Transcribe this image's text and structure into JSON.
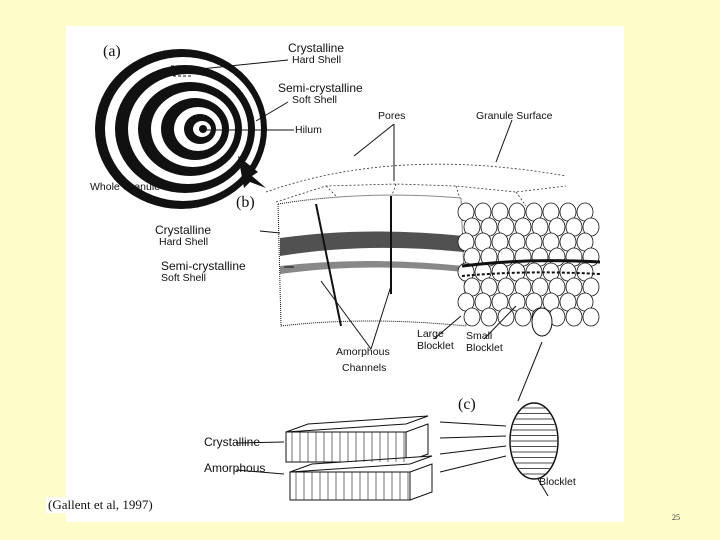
{
  "panels": {
    "a": "(a)",
    "b": "(b)",
    "c": "(c)"
  },
  "labels": {
    "crystalline_hard_shell_a": [
      "Crystalline",
      "Hard Shell"
    ],
    "semi_crystalline_soft_shell_a": [
      "Semi-crystalline",
      "Soft Shell"
    ],
    "hilum": "Hilum",
    "whole_granule": "Whole Granule",
    "pores": "Pores",
    "granule_surface": "Granule Surface",
    "crystalline_hard_shell_b": [
      "Crystalline",
      "Hard Shell"
    ],
    "semi_crystalline_soft_shell_b": [
      "Semi-crystalline",
      "Soft Shell"
    ],
    "large_blocklet": [
      "Large",
      "Blocklet"
    ],
    "small_blocklet": [
      "Small",
      "Blocklet"
    ],
    "amorphous_channels": [
      "Amorphous",
      "Channels"
    ],
    "crystalline_c": "Crystalline",
    "amorphous_c": "Amorphous",
    "blocklet": "Blocklet"
  },
  "citation": "(Gallent et al, 1997)",
  "page_number": "25"
}
